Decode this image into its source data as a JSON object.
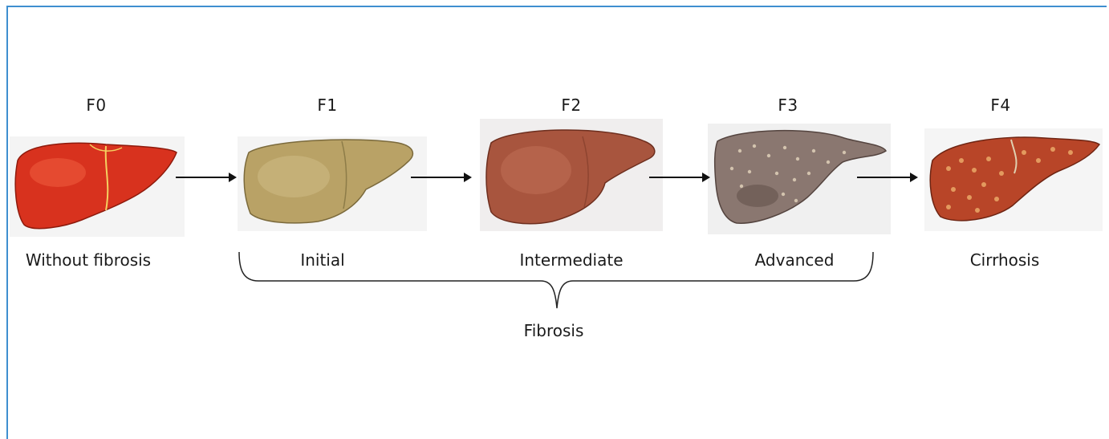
{
  "stages": [
    {
      "code": "F0",
      "caption": "Without fibrosis",
      "liver_color": "#d8321e"
    },
    {
      "code": "F1",
      "caption": "Initial",
      "liver_color": "#b9a266"
    },
    {
      "code": "F2",
      "caption": "Intermediate",
      "liver_color": "#a8553e"
    },
    {
      "code": "F3",
      "caption": "Advanced",
      "liver_color": "#8a7770"
    },
    {
      "code": "F4",
      "caption": "Cirrhosis",
      "liver_color": "#b84528"
    }
  ],
  "group": {
    "label": "Fibrosis"
  },
  "colors": {
    "frame": "#3f8fd0",
    "arrow": "#111111"
  }
}
